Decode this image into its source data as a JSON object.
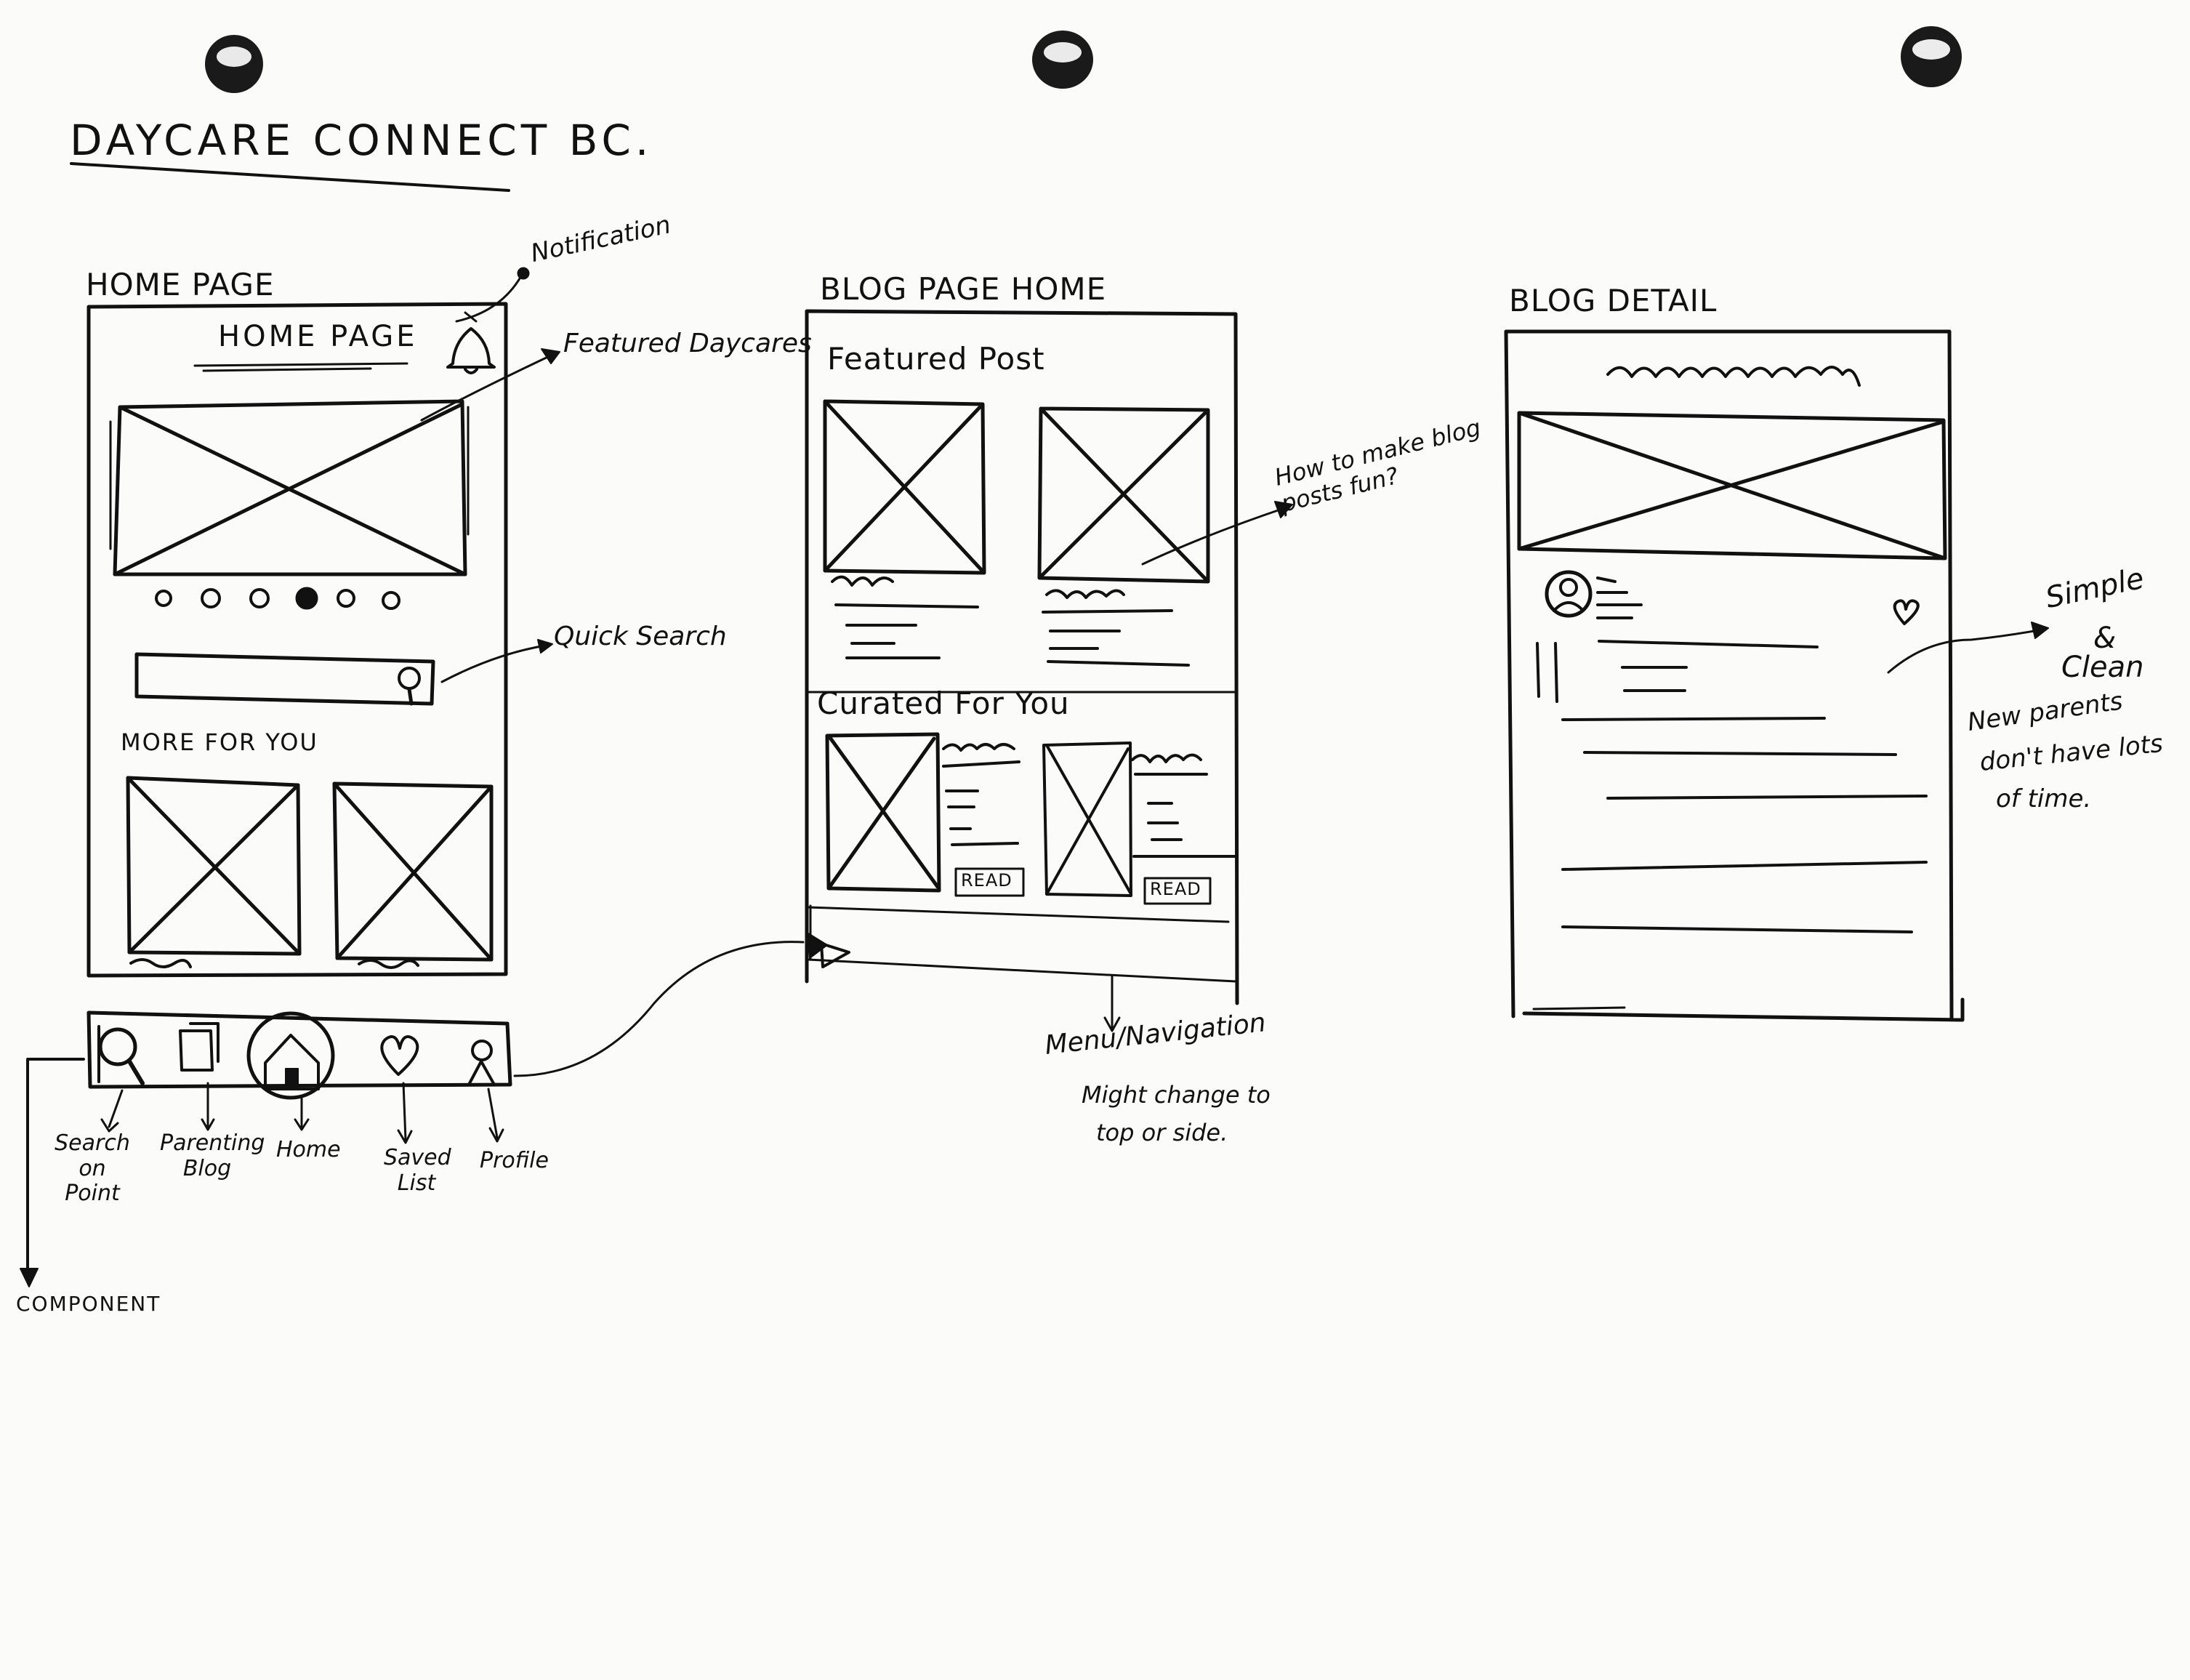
{
  "project_title": "DAYCARE CONNECT BC.",
  "home": {
    "section_label": "HOME PAGE",
    "header_title": "HOME PAGE",
    "more_for_you": "MORE FOR YOU",
    "annotations": {
      "notification": "Notification",
      "featured": "Featured Daycares",
      "quick_search": "Quick Search"
    }
  },
  "nav": {
    "labels": {
      "search": "Search on Point",
      "blog": "Parenting Blog",
      "home": "Home",
      "saved": "Saved List",
      "profile": "Profile"
    },
    "component_label": "COMPONENT"
  },
  "blog_home": {
    "section_label": "BLOG PAGE HOME",
    "featured_post": "Featured Post",
    "curated": "Curated For You",
    "read_label": "READ",
    "annotations": {
      "fun": "How to make blog posts fun?",
      "menu": "Menu/Navigation",
      "menu_note_1": "Might change to",
      "menu_note_2": "top or side."
    }
  },
  "blog_detail": {
    "section_label": "BLOG DETAIL",
    "annotations": {
      "simple": "Simple",
      "amp": "&",
      "clean": "Clean",
      "parents_1": "New parents",
      "parents_2": "don't have lots",
      "parents_3": "of time."
    }
  }
}
